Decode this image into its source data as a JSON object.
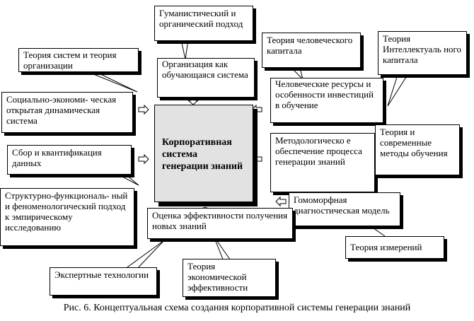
{
  "center": "Корпоративная система генерации знаний",
  "boxes": {
    "humanistic": "Гуманистический и органический подход",
    "learning_org": "Организация как обучающаяся система",
    "human_capital": "Теория человеческого капитала",
    "intellectual_capital": "Теория Интеллектуаль ного капитала",
    "systems_theory": "Теория систем и теория организации",
    "socioeconomic": "Социально-экономи- ческая открытая динамическая система",
    "human_resources": "Человеческие ресурсы и особенности инвестиций в обучение",
    "data_collection": "Сбор и квантификация данных",
    "methodology": "Методологическо е обеспечение процесса генерации знаний",
    "modern_methods": "Теория и современные методы обучения",
    "structural": "Структурно-функциональ- ный и феноменологический подход к эмпирическому исследованию",
    "homomorphic": "Гомоморфная диагностическая модель",
    "efficiency_eval": "Оценка эффективности получения новых знаний",
    "measurement": "Теория измерений",
    "expert": "Экспертные технологии",
    "econ_efficiency": "Теория экономической эффективности"
  },
  "caption": "Рис. 6. Концептуальная схема создания корпоративной системы генерации знаний"
}
